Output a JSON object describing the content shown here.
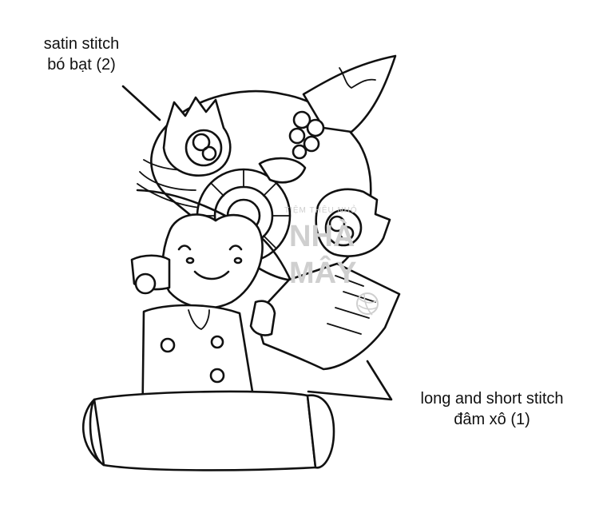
{
  "annotations": {
    "satin": {
      "line1": "satin stitch",
      "line2": "bó bạt (2)"
    },
    "long_short": {
      "line1": "long and short stitch",
      "line2": "đâm xô (1)"
    }
  },
  "watermark": {
    "small": "TIỆM THÊU NHỎ",
    "big1": "NHÀ",
    "big2": "MÂY"
  },
  "colors": {
    "ink": "#111111",
    "background": "#ffffff",
    "watermark": "#cfcfcf"
  }
}
